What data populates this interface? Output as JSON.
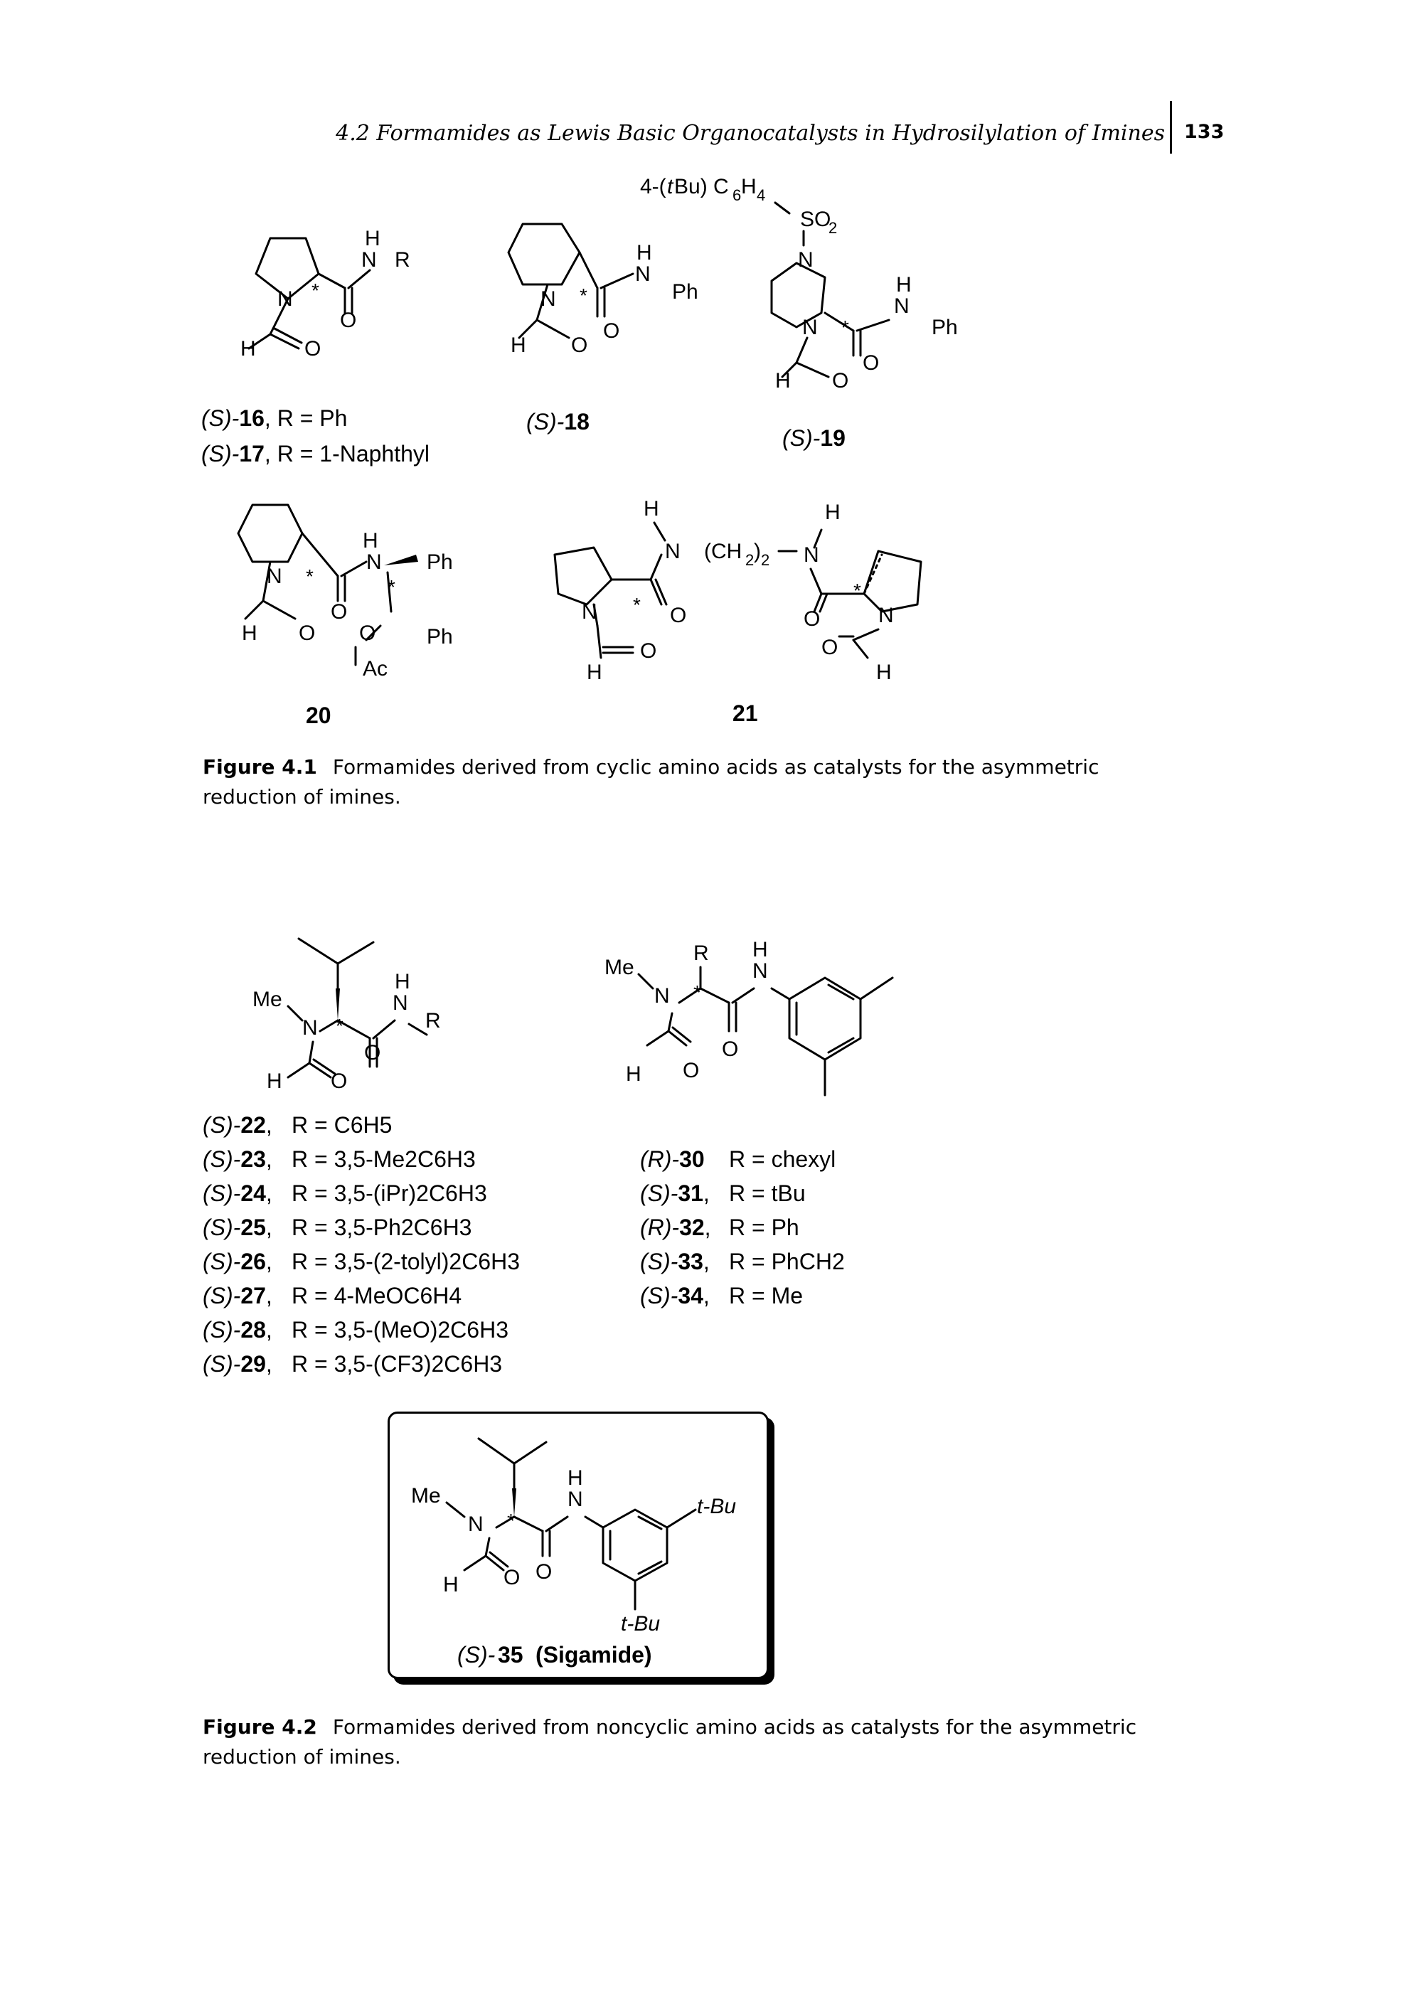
{
  "header": {
    "running_title": "4.2 Formamides as Lewis Basic Organocatalysts in Hydrosilylation of Imines",
    "page_number": "133"
  },
  "figure1": {
    "caption_label": "Figure 4.1",
    "caption_text": "Formamides derived from cyclic amino acids as catalysts for the asymmetric reduction of imines.",
    "compounds": [
      {
        "id_line1_pre": "(S)-",
        "id_line1_num": "16",
        "id_line1_post": ",  R = Ph",
        "id_line2_pre": "(S)-",
        "id_line2_num": "17",
        "id_line2_post": ",  R = 1-Naphthyl"
      },
      {
        "label_pre": "(S)-",
        "label_num": "18"
      },
      {
        "label_pre": "(S)-",
        "label_num": "19",
        "substituent": "4-(tBu) C6H4"
      },
      {
        "label_num": "20"
      },
      {
        "label_num": "21"
      }
    ]
  },
  "figure2": {
    "caption_label": "Figure 4.2",
    "caption_text": "Formamides derived from noncyclic amino acids as catalysts for the asymmetric reduction of imines.",
    "left_series": [
      {
        "cfg": "(S)-",
        "num": "22",
        "r": "R = C6H5"
      },
      {
        "cfg": "(S)-",
        "num": "23",
        "r": "R = 3,5-Me2C6H3"
      },
      {
        "cfg": "(S)-",
        "num": "24",
        "r": "R = 3,5-(iPr)2C6H3"
      },
      {
        "cfg": "(S)-",
        "num": "25",
        "r": "R = 3,5-Ph2C6H3"
      },
      {
        "cfg": "(S)-",
        "num": "26",
        "r": "R = 3,5-(2-tolyl)2C6H3"
      },
      {
        "cfg": "(S)-",
        "num": "27",
        "r": "R = 4-MeOC6H4"
      },
      {
        "cfg": "(S)-",
        "num": "28",
        "r": "R = 3,5-(MeO)2C6H3"
      },
      {
        "cfg": "(S)-",
        "num": "29",
        "r": "R = 3,5-(CF3)2C6H3"
      }
    ],
    "right_series": [
      {
        "cfg": "(R)-",
        "num": "30",
        "r": "R = chexyl"
      },
      {
        "cfg": "(S)-",
        "num": "31",
        "r": "R = tBu"
      },
      {
        "cfg": "(R)-",
        "num": "32",
        "r": "R = Ph"
      },
      {
        "cfg": "(S)-",
        "num": "33",
        "r": "R = PhCH2"
      },
      {
        "cfg": "(S)-",
        "num": "34",
        "r": "R = Me"
      }
    ],
    "boxed": {
      "cfg": "(S)-",
      "num": "35",
      "name": "(Sigamide)",
      "tbu": "t-Bu"
    }
  }
}
